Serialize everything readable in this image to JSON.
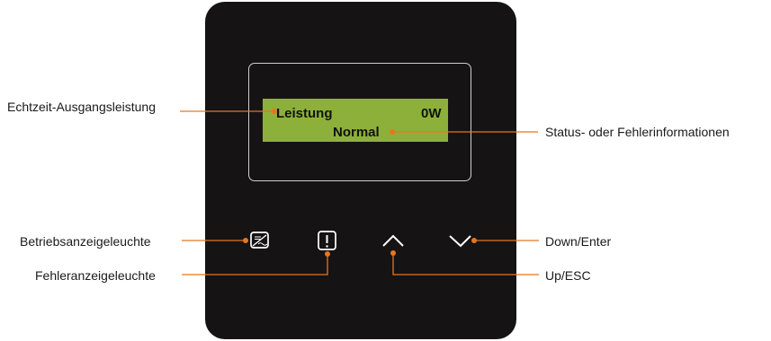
{
  "display": {
    "label": "Leistung",
    "value": "0W",
    "status": "Normal"
  },
  "callouts": {
    "power": "Echtzeit-Ausgangsleistung",
    "status": "Status- oder Fehlerinformationen",
    "run_light": "Betriebsanzeigeleuchte",
    "fault_light": "Fehleranzeigeleuchte",
    "down": "Down/Enter",
    "up": "Up/ESC"
  },
  "colors": {
    "panel": "#151313",
    "lcd": "#8db03b",
    "leader": "#e8761e"
  },
  "icons": [
    "run-indicator-icon",
    "fault-indicator-icon",
    "up-arrow-icon",
    "down-arrow-icon"
  ]
}
